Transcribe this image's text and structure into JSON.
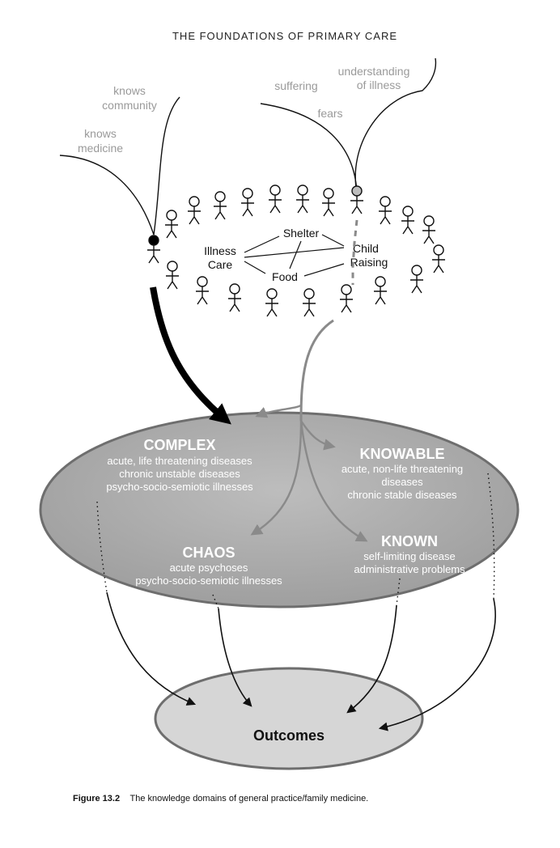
{
  "header": "THE FOUNDATIONS OF PRIMARY CARE",
  "doctor_threads": {
    "knows_community": [
      "knows",
      "community"
    ],
    "knows_medicine": [
      "knows",
      "medicine"
    ]
  },
  "patient_threads": {
    "understanding": [
      "understanding",
      "of illness"
    ],
    "suffering": "suffering",
    "fears": "fears"
  },
  "community": {
    "illness_care": [
      "Illness",
      "Care"
    ],
    "shelter": "Shelter",
    "food": "Food",
    "child_raising": [
      "Child",
      "Raising"
    ]
  },
  "domains": {
    "complex": {
      "title": "COMPLEX",
      "lines": [
        "acute, life threatening diseases",
        "chronic unstable diseases",
        "psycho-socio-semiotic illnesses"
      ]
    },
    "knowable": {
      "title": "KNOWABLE",
      "lines": [
        "acute, non-life threatening",
        "diseases",
        "chronic stable diseases"
      ]
    },
    "chaos": {
      "title": "CHAOS",
      "lines": [
        "acute psychoses",
        "psycho-socio-semiotic illnesses"
      ]
    },
    "known": {
      "title": "KNOWN",
      "lines": [
        "self-limiting disease",
        "administrative problems"
      ]
    }
  },
  "outcomes": "Outcomes",
  "caption": {
    "label": "Figure 13.2",
    "text": "The knowledge domains of general practice/family medicine."
  },
  "colors": {
    "domain_ellipse": "#a9a9a9",
    "outcomes_ellipse": "#d6d6d6",
    "patient_highlight": "#bdbdbd",
    "doctor_highlight": "#000000"
  }
}
